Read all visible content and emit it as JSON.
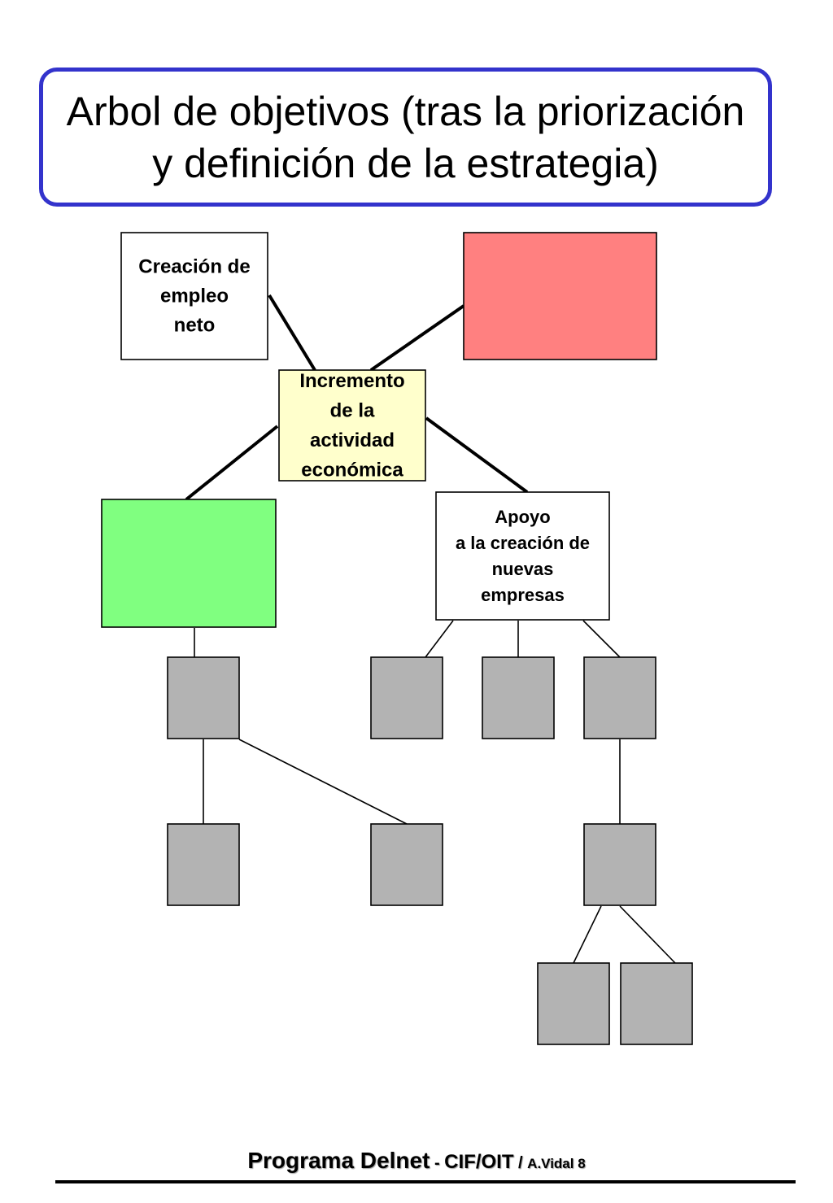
{
  "title": {
    "line1": "Arbol de objetivos (tras la priorización",
    "line2": "y definición de la estrategia)"
  },
  "colors": {
    "title_border": "#3333cc",
    "blank_box_fill": "#ffffff",
    "central_box_fill": "#ffffcc",
    "red_box_fill": "#ff8080",
    "green_box_fill": "#80ff80",
    "gray_box_fill": "#b3b3b3"
  },
  "nodes": {
    "empleo": {
      "lines": [
        "Creación de",
        "empleo",
        "neto"
      ]
    },
    "red": {
      "lines": []
    },
    "central": {
      "lines": [
        "Incremento",
        "de la",
        "actividad",
        "económica"
      ]
    },
    "green": {
      "lines": []
    },
    "apoyo": {
      "lines": [
        "Apoyo",
        "a la creación de",
        "nuevas",
        "empresas"
      ]
    }
  },
  "footer": {
    "program": "Programa Delnet",
    "sep1": " - ",
    "org": "CIF/OIT",
    "sep2": " / ",
    "author": "A.Vidal 8"
  }
}
